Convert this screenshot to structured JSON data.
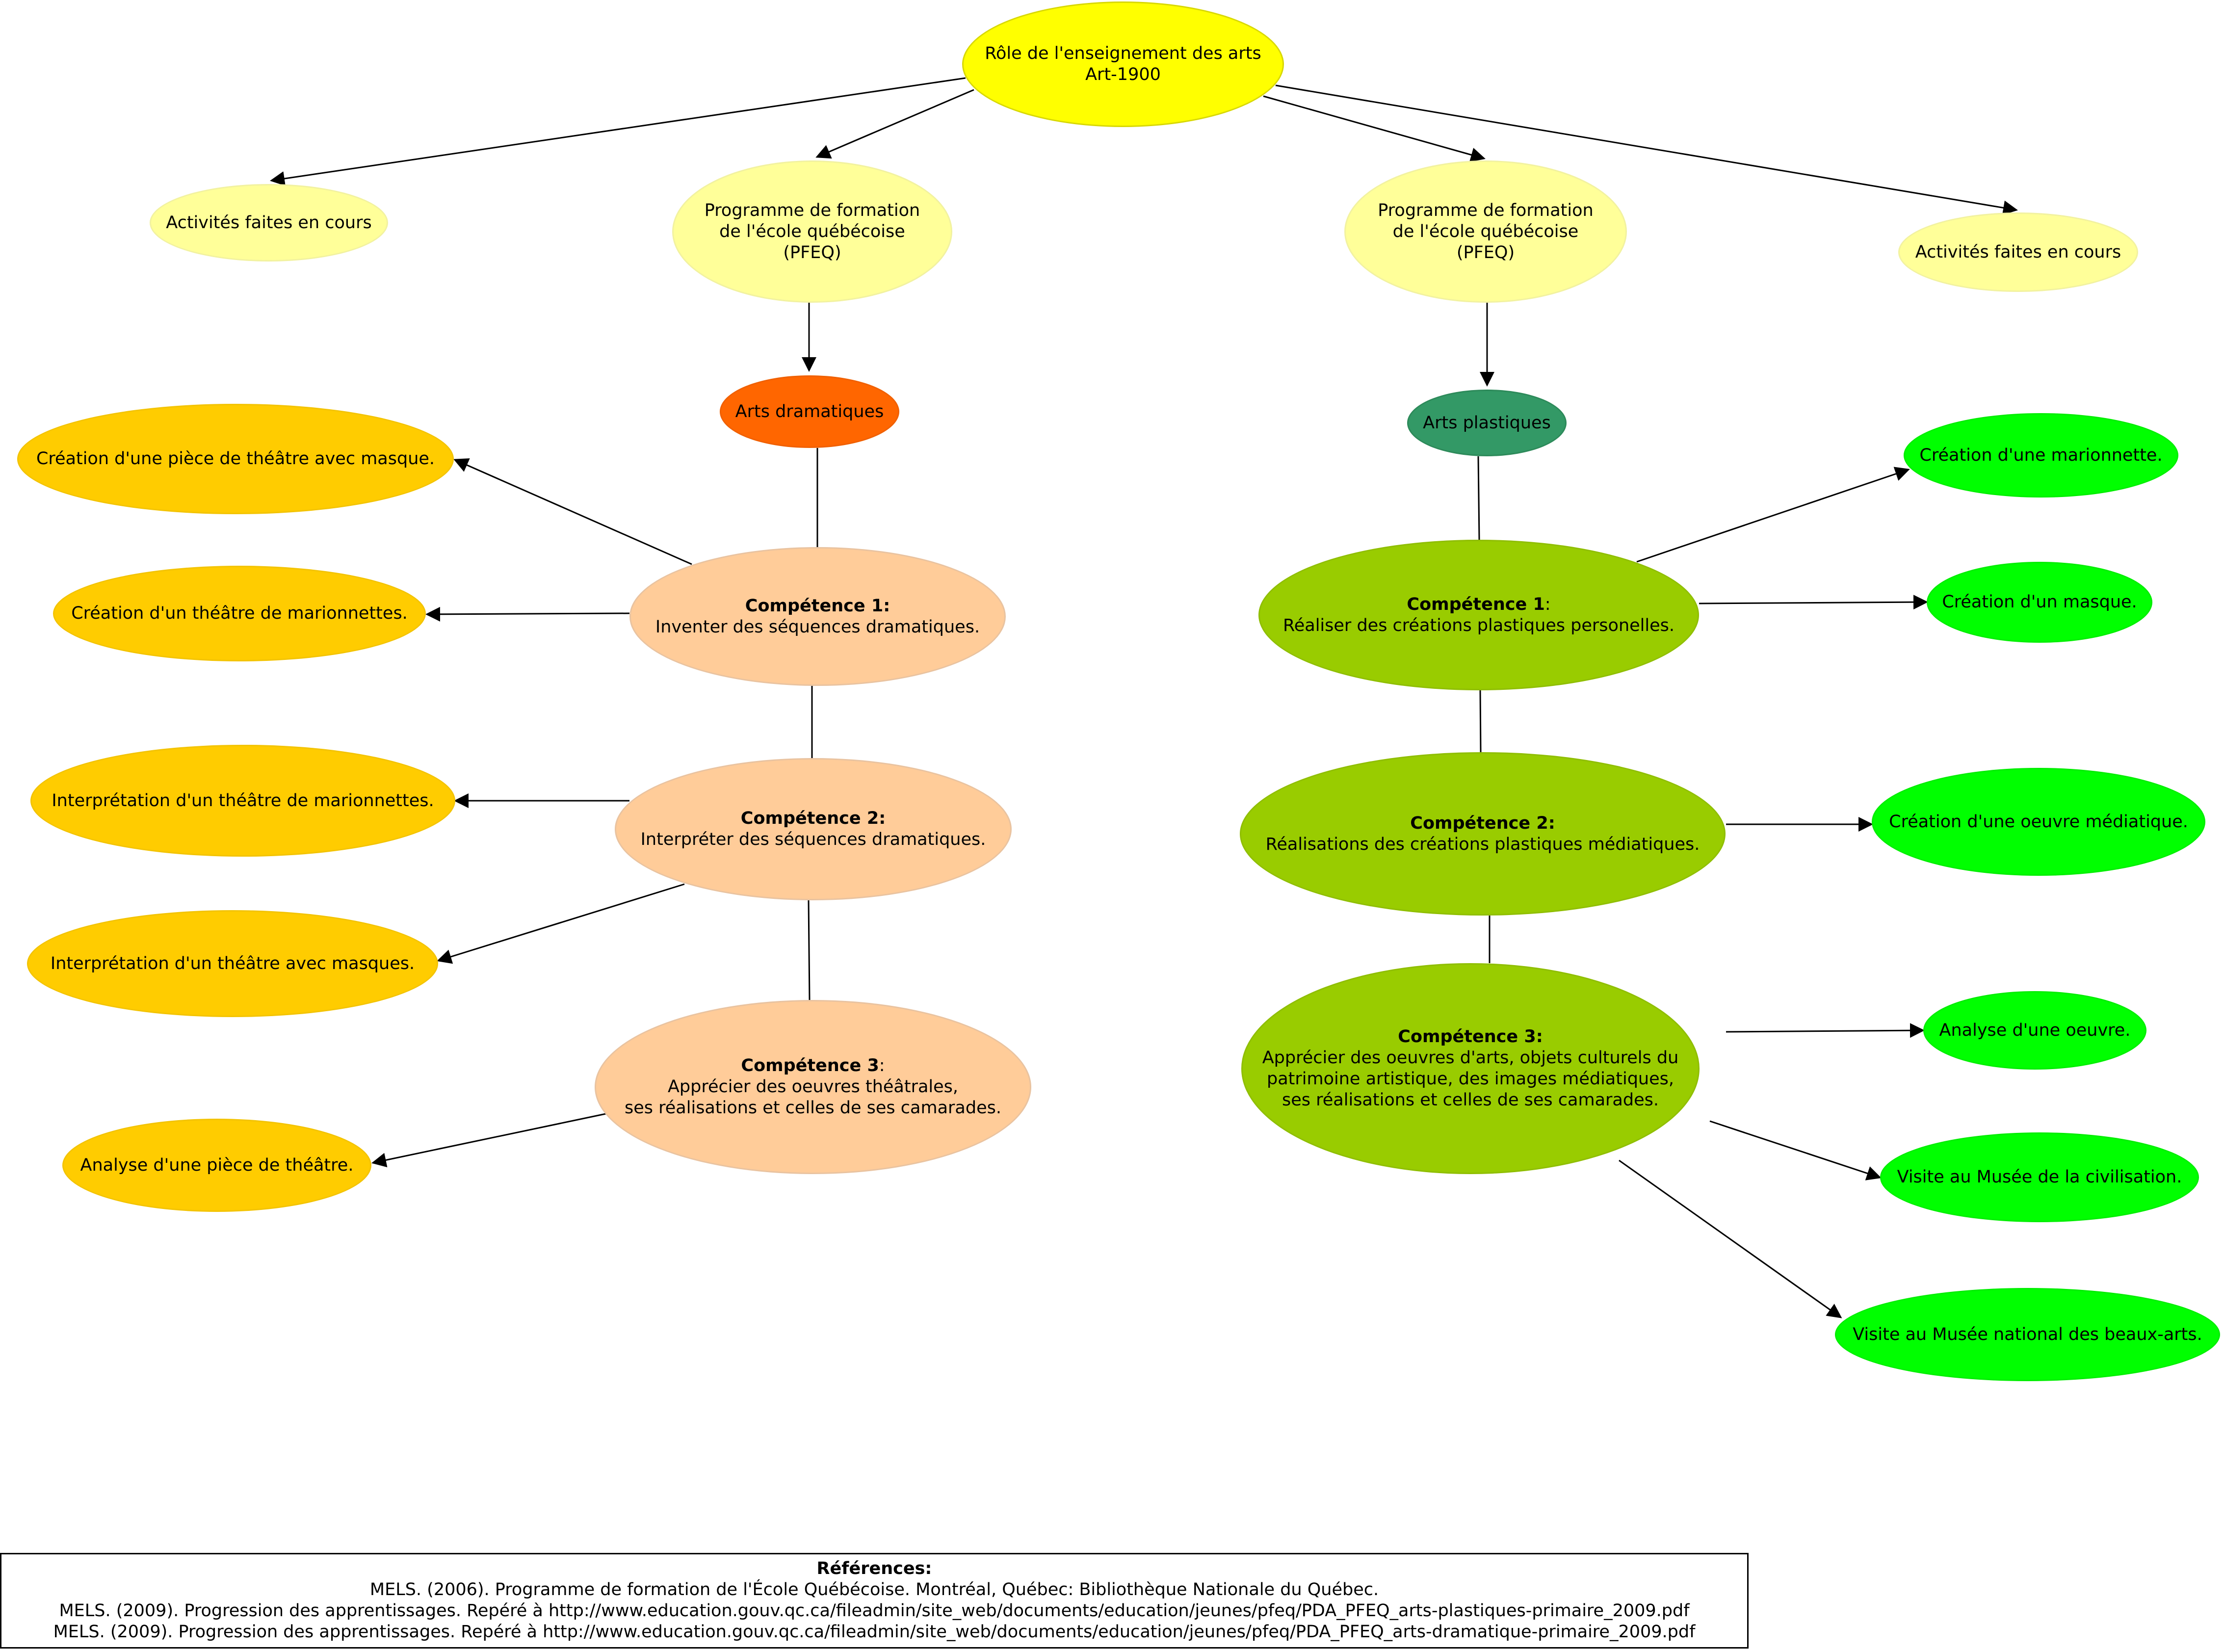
{
  "root": {
    "line1": "Rôle de l'enseignement des arts",
    "line2": "Art-1900"
  },
  "left_activities": "Activités faites en cours",
  "right_activities": "Activités faites en cours",
  "pfeq_left": {
    "line1": "Programme de formation",
    "line2": "de l'école québécoise",
    "line3": "(PFEQ)"
  },
  "pfeq_right": {
    "line1": "Programme de formation",
    "line2": "de l'école québécoise",
    "line3": "(PFEQ)"
  },
  "drama": {
    "title": "Arts dramatiques",
    "c1": {
      "head": "Compétence 1:",
      "text": "Inventer des séquences dramatiques."
    },
    "c2": {
      "head": "Compétence 2:",
      "text": "Interpréter des séquences dramatiques."
    },
    "c3": {
      "head": "Compétence 3",
      "colon": ":",
      "line1": "Apprécier des oeuvres théâtrales,",
      "line2": "ses réalisations et celles de ses camarades."
    },
    "activities": [
      "Création d'une pièce de théâtre avec masque.",
      "Création d'un théâtre de marionnettes.",
      "Interprétation d'un théâtre de marionnettes.",
      "Interprétation d'un théâtre avec masques.",
      "Analyse d'une pièce de théâtre."
    ]
  },
  "plastic": {
    "title": "Arts plastiques",
    "c1": {
      "head": "Compétence 1",
      "colon": ":",
      "text": "Réaliser des créations plastiques personelles."
    },
    "c2": {
      "head": "Compétence 2:",
      "text": "Réalisations des créations plastiques médiatiques."
    },
    "c3": {
      "head": "Compétence 3:",
      "line1": "Apprécier des oeuvres d'arts, objets culturels du",
      "line2": "patrimoine artistique, des images médiatiques,",
      "line3": "ses réalisations et celles de ses camarades."
    },
    "activities": [
      "Création d'une marionnette.",
      "Création d'un masque.",
      "Création d'une oeuvre médiatique.",
      "Analyse d'une oeuvre.",
      "Visite au Musée de la civilisation.",
      "Visite au Musée national des beaux-arts."
    ]
  },
  "references": {
    "title": "Références:",
    "items": [
      "MELS. (2006). Programme de formation de l'École Québécoise. Montréal, Québec: Bibliothèque Nationale du Québec.",
      "MELS. (2009). Progression des apprentissages. Repéré à  http://www.education.gouv.qc.ca/fileadmin/site_web/documents/education/jeunes/pfeq/PDA_PFEQ_arts-plastiques-primaire_2009.pdf",
      "MELS. (2009). Progression des apprentissages. Repéré à http://www.education.gouv.qc.ca/fileadmin/site_web/documents/education/jeunes/pfeq/PDA_PFEQ_arts-dramatique-primaire_2009.pdf"
    ]
  },
  "colors": {
    "root": "#ffff00",
    "pfeq": "#ffff99",
    "drama": "#ff6600",
    "plastic": "#339966",
    "drama_competence": "#ffcc99",
    "plastic_competence": "#99cc00",
    "drama_activity": "#ffcc00",
    "plastic_activity": "#00ff00"
  }
}
